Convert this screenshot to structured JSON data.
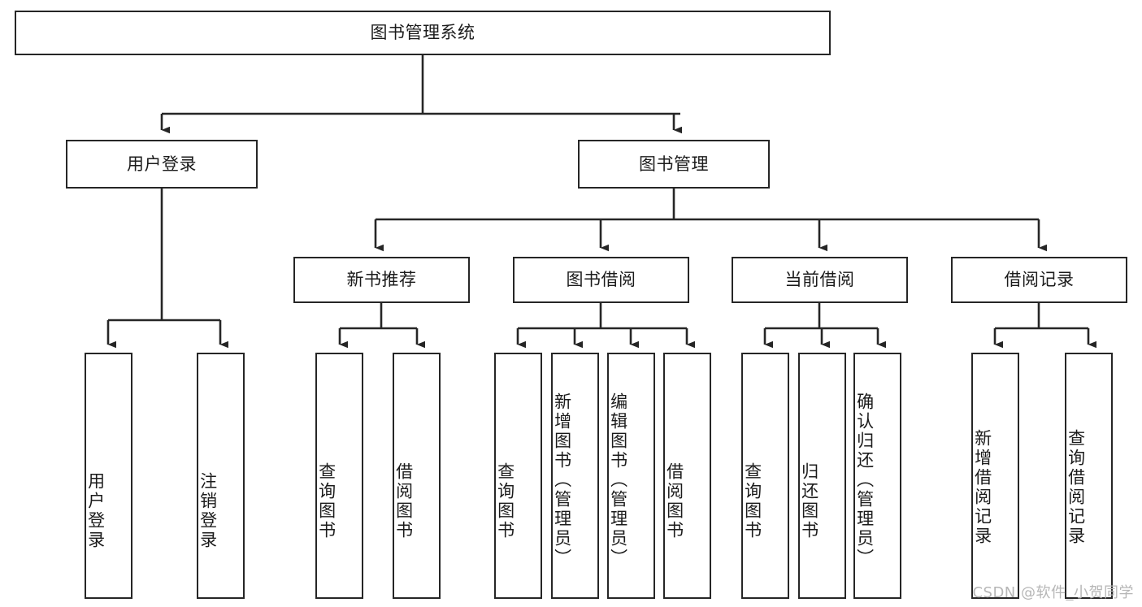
{
  "diagram": {
    "title": "图书管理系统",
    "type": "tree-hierarchy-diagram",
    "colors": {
      "box_border": "#262626",
      "box_fill": "#ffffff",
      "connector": "#262626",
      "text": "#1b1b1b",
      "watermark": "#b6b6b6",
      "background": "#ffffff"
    },
    "root": {
      "label": "图书管理系统"
    },
    "level2": [
      {
        "label": "用户登录"
      },
      {
        "label": "图书管理"
      }
    ],
    "level3": [
      {
        "label": "新书推荐"
      },
      {
        "label": "图书借阅"
      },
      {
        "label": "当前借阅"
      },
      {
        "label": "借阅记录"
      }
    ],
    "leaves": {
      "user_login": [
        {
          "label": "用户登录"
        },
        {
          "label": "注销登录"
        }
      ],
      "new_book_recommend": [
        {
          "label": "查询图书"
        },
        {
          "label": "借阅图书"
        }
      ],
      "book_borrow": [
        {
          "label": "查询图书"
        },
        {
          "label": "新增图书（管理员）"
        },
        {
          "label": "编辑图书（管理员）"
        },
        {
          "label": "借阅图书"
        }
      ],
      "current_borrow": [
        {
          "label": "查询图书"
        },
        {
          "label": "归还图书"
        },
        {
          "label": "确认归还（管理员）"
        }
      ],
      "borrow_record": [
        {
          "label": "新增借阅记录"
        },
        {
          "label": "查询借阅记录"
        }
      ]
    }
  },
  "watermark": {
    "text": "CSDN @软件_小贺同学"
  }
}
